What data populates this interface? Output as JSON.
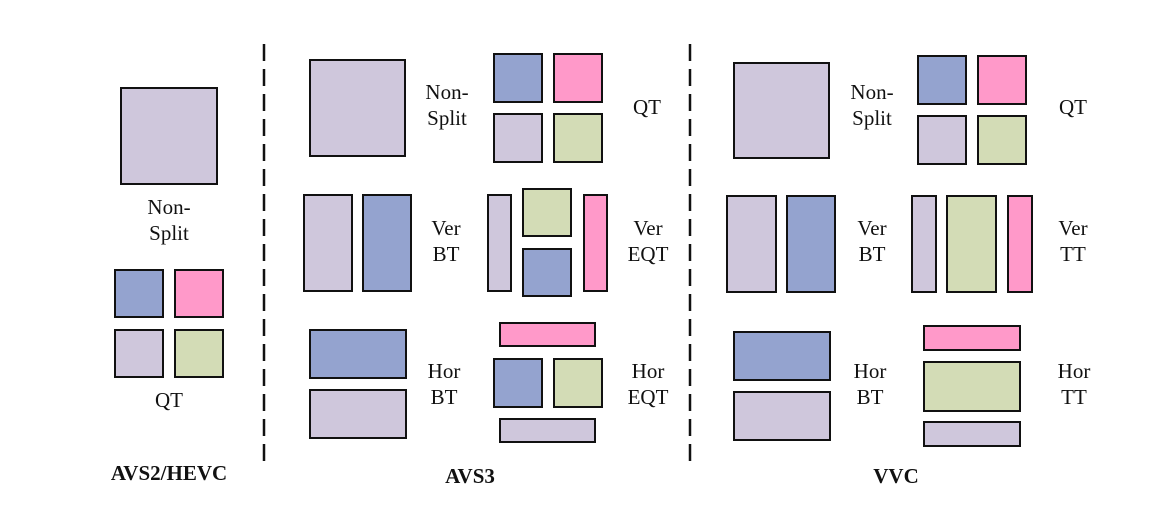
{
  "colors": {
    "lilac": "#cfc7dc",
    "blue": "#94a3cf",
    "pink": "#ff99c9",
    "green": "#d3dcb6",
    "outline": "#111111"
  },
  "sections": {
    "avs2": {
      "title": "AVS2/HEVC",
      "non_split": {
        "line1": "Non-",
        "line2": "Split"
      },
      "qt": {
        "line1": "QT"
      }
    },
    "avs3": {
      "title": "AVS3",
      "non_split": {
        "line1": "Non-",
        "line2": "Split"
      },
      "qt": {
        "line1": "QT"
      },
      "ver_bt": {
        "line1": "Ver",
        "line2": "BT"
      },
      "ver_eqt": {
        "line1": "Ver",
        "line2": "EQT"
      },
      "hor_bt": {
        "line1": "Hor",
        "line2": "BT"
      },
      "hor_eqt": {
        "line1": "Hor",
        "line2": "EQT"
      }
    },
    "vvc": {
      "title": "VVC",
      "non_split": {
        "line1": "Non-",
        "line2": "Split"
      },
      "qt": {
        "line1": "QT"
      },
      "ver_bt": {
        "line1": "Ver",
        "line2": "BT"
      },
      "ver_tt": {
        "line1": "Ver",
        "line2": "TT"
      },
      "hor_bt": {
        "line1": "Hor",
        "line2": "BT"
      },
      "hor_tt": {
        "line1": "Hor",
        "line2": "TT"
      }
    }
  }
}
